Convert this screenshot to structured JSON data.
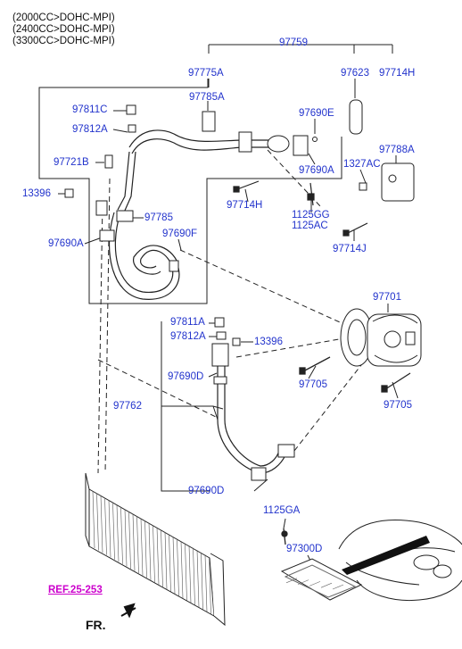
{
  "header_lines": [
    "(2000CC>DOHC-MPI)",
    "(2400CC>DOHC-MPI)",
    "(3300CC>DOHC-MPI)"
  ],
  "parts": {
    "p97759": "97759",
    "p97775A": "97775A",
    "p97623": "97623",
    "p97714H_top": "97714H",
    "p97785A": "97785A",
    "p97811C": "97811C",
    "p97812A_top": "97812A",
    "p97690E": "97690E",
    "p97690A_right": "97690A",
    "p97721B": "97721B",
    "p97788A": "97788A",
    "p1327AC": "1327AC",
    "p13396_left": "13396",
    "p97714H_mid": "97714H",
    "p1125GG": "1125GG",
    "p1125AC": "1125AC",
    "p97785": "97785",
    "p97690F": "97690F",
    "p97690A_left": "97690A",
    "p97714J": "97714J",
    "p97701": "97701",
    "p97811A": "97811A",
    "p97812A_low": "97812A",
    "p13396_low": "13396",
    "p97690D_mid": "97690D",
    "p97705_left": "97705",
    "p97705_right": "97705",
    "p97762": "97762",
    "p97690D_low": "97690D",
    "p1125GA": "1125GA",
    "p97300D": "97300D"
  },
  "ref_label": "REF.25-253",
  "fr_label": "FR.",
  "colors": {
    "label": "#2233cc",
    "ref": "#cc00cc",
    "line": "#222222"
  }
}
